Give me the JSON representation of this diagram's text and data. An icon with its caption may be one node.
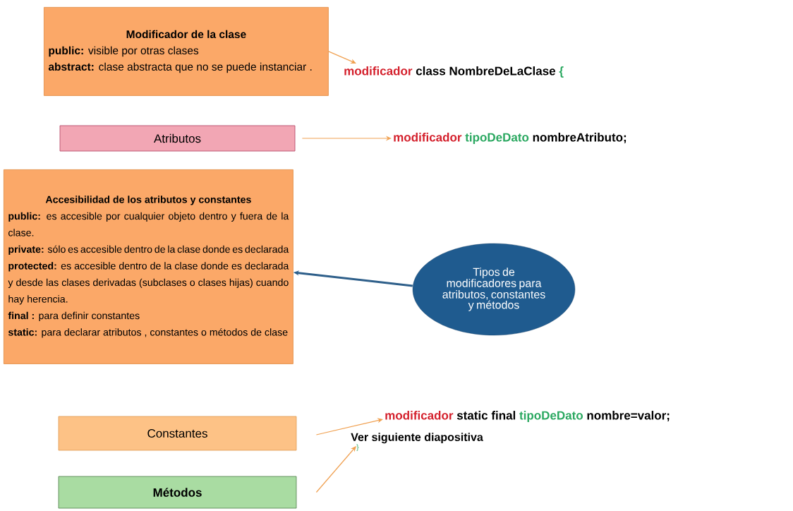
{
  "diagram": {
    "nodes": [
      {
        "text": [
          "Modificador de la clase",
          "**public:**  visible por otras clases",
          "**abstract:** clase abstracta que no se puede instanciar ."
        ]
      },
      {
        "text": [
          "modificador",
          "class NombreDeLaClase",
          "{"
        ]
      },
      {
        "text": [
          "Atributos"
        ]
      },
      {
        "text": [
          "modificador",
          "tipoDeDato",
          "nombreAtributo;"
        ]
      },
      {
        "text": [
          "Accesibilidad de los atributos y constantes",
          "**public:** es accesible por cualquier objeto dentro y fuera de la clase.",
          "**private:** sólo es accesible dentro de la clase donde es declarada",
          "**protected:** es accesible dentro de la clase donde es declarada y desde las clases derivadas (subclases o clases hijas) cuando hay herencia.",
          "**final :** para definir constantes",
          "**static:** para declarar atributos , constantes o métodos de clase"
        ]
      },
      {
        "text": [
          "Tipos de modificadores para atributos, constantes y métodos"
        ]
      },
      {
        "text": [
          "modificador",
          "static final",
          "tipoDeDato",
          "nombre=valor;"
        ]
      },
      {
        "text": [
          "Constantes"
        ]
      },
      {
        "text": [
          "Ver siguiente diapositiva",
          "}"
        ]
      },
      {
        "text": [
          "Métodos"
        ]
      }
    ],
    "edges": [
      {
        "from": 0,
        "to": 1,
        "arrow": "to"
      },
      {
        "from": 2,
        "to": 3,
        "arrow": "to"
      },
      {
        "from": 5,
        "to": 4,
        "arrow": "to",
        "style": "thick",
        "color": "#2e5f8a"
      },
      {
        "from": 7,
        "to": 6,
        "arrow": "to"
      },
      {
        "from": 9,
        "to": 8,
        "arrow": "to"
      }
    ]
  }
}
